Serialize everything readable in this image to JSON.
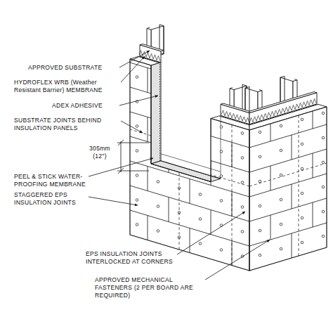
{
  "diagram": {
    "labels": [
      "APPROVED SUBSTRATE",
      "HYDROFLEX WRB (Weather Resistant Barrier) MEMBRANE",
      "ADEX ADHESIVE",
      "SUBSTRATE JOINTS BEHIND INSULATION PANELS",
      "305mm (12\")",
      "PEEL & STICK WATER- PROOFING MEMBRANE",
      "STAGGERED EPS INSULATION JOINTS",
      "EPS INSULATION JOINTS INTERLOCKED AT CORNERS",
      "APPROVED MECHANICAL FASTENERS (2 PER BOARD ARE REQUIRED)"
    ]
  }
}
